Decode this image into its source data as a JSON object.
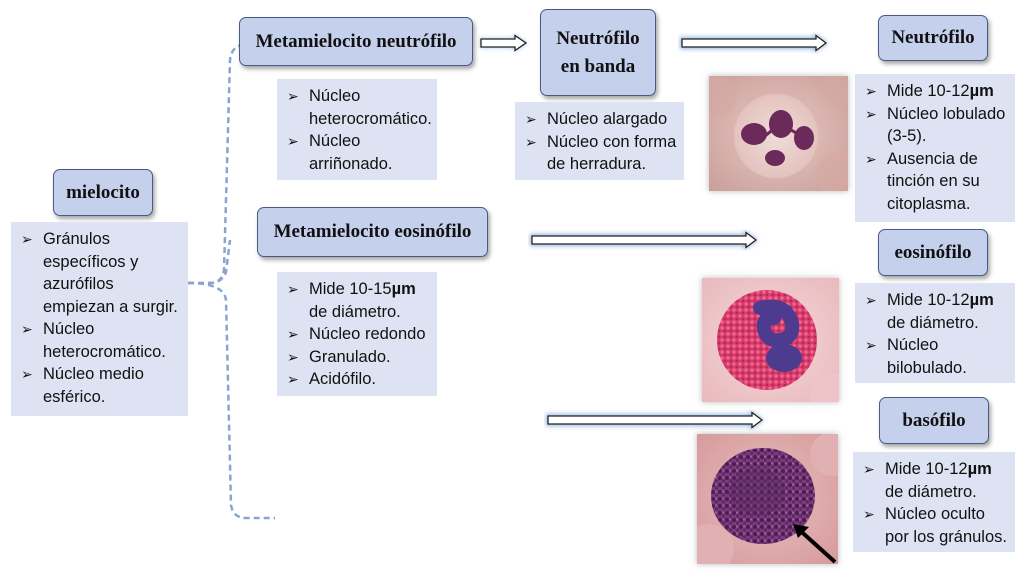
{
  "mielocito": {
    "title": "mielocito",
    "items": [
      "Gránulos específicos y azurófilos empiezan a surgir.",
      "Núcleo heterocromático.",
      "Núcleo medio esférico."
    ]
  },
  "metamielocito_neutrofilo": {
    "title": "Metamielocito neutrófilo",
    "items": [
      "Núcleo heterocromático.",
      "Núcleo arriñonado."
    ]
  },
  "metamielocito_eosinofilo": {
    "title": "Metamielocito eosinófilo",
    "item1_pre": "Mide 10-15",
    "item1_unit": "µm",
    "item1_post": "de diámetro.",
    "items": [
      "Núcleo redondo",
      "Granulado.",
      "Acidófilo."
    ]
  },
  "neutrofilo_banda": {
    "title_line1": "Neutrófilo",
    "title_line2": "en banda",
    "items": [
      "Núcleo alargado",
      "Núcleo con forma de herradura."
    ]
  },
  "neutrofilo": {
    "title": "Neutrófilo",
    "item1_pre": "Mide 10-12",
    "item1_unit": "µm",
    "items": [
      "Núcleo lobulado (3-5).",
      "Ausencia de tinción en su citoplasma."
    ]
  },
  "eosinofilo": {
    "title": "eosinófilo",
    "item1_pre": "Mide 10-12",
    "item1_unit": "µm",
    "item1_post": "de diámetro.",
    "items": [
      "Núcleo bilobulado."
    ]
  },
  "basofilo": {
    "title": "basófilo",
    "item1_pre": "Mide 10-12",
    "item1_unit": "µm",
    "item1_post": "de diámetro.",
    "items": [
      "Núcleo oculto por los gránulos."
    ]
  },
  "colors": {
    "box_fill": "#c5d0ec",
    "info_fill": "#dde3f2",
    "border": "#4a5a86",
    "arrow": "#8ab0de"
  },
  "icons": {
    "bullet": "➢"
  }
}
